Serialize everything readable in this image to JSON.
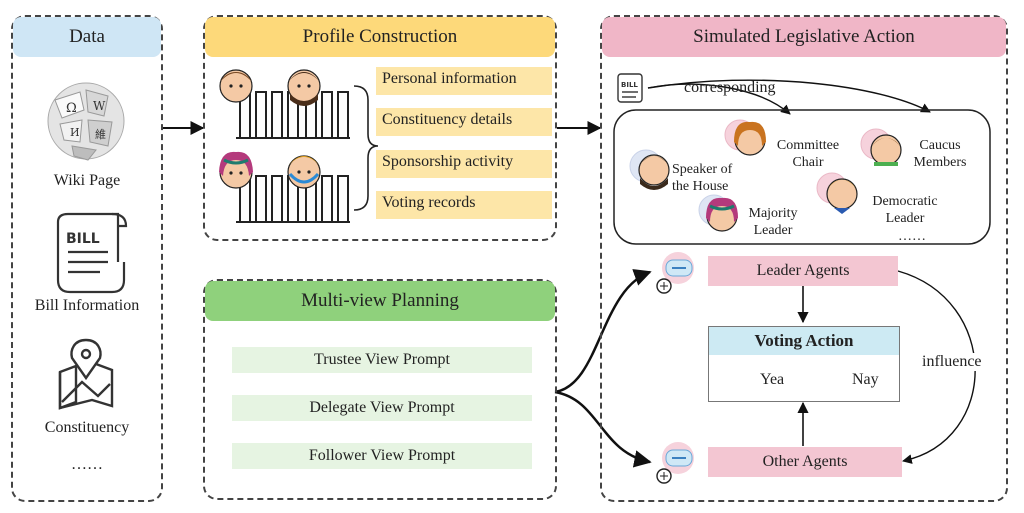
{
  "data_panel": {
    "title": "Data",
    "items": [
      {
        "label": "Wiki Page",
        "icon": "wikipedia-globe-icon"
      },
      {
        "label": "Bill Information",
        "icon": "bill-scroll-icon"
      },
      {
        "label": "Constituency",
        "icon": "map-pin-icon"
      }
    ],
    "more": "……"
  },
  "profile_panel": {
    "title": "Profile Construction",
    "tags": [
      "Personal information",
      "Constituency details",
      "Sponsorship activity",
      "Voting records"
    ]
  },
  "planning_panel": {
    "title": "Multi-view Planning",
    "prompts": [
      "Trustee View Prompt",
      "Delegate View Prompt",
      "Follower View Prompt"
    ]
  },
  "action_panel": {
    "title": "Simulated Legislative Action",
    "bill_icon_text": "BILL",
    "corresponding": "corresponding",
    "roles": {
      "speaker": [
        "Speaker of",
        "the House"
      ],
      "chair": [
        "Committee",
        "Chair"
      ],
      "caucus": [
        "Caucus",
        "Members"
      ],
      "majority": [
        "Majority",
        "Leader"
      ],
      "democratic": [
        "Democratic",
        "Leader"
      ],
      "more": "……"
    },
    "leader_agents": "Leader Agents",
    "other_agents": "Other Agents",
    "voting_action": "Voting Action",
    "yea": "Yea",
    "nay": "Nay",
    "influence": "influence"
  },
  "colors": {
    "data_header": "#cfe6f5",
    "profile_header": "#fdd97a",
    "planning_header": "#8fd17c",
    "action_header": "#f0b6c7",
    "tag_fill": "#fde6a8",
    "prompt_fill": "#e6f4e2",
    "agent_fill": "#f3c6d2",
    "vote_header": "#cdeaf3"
  }
}
